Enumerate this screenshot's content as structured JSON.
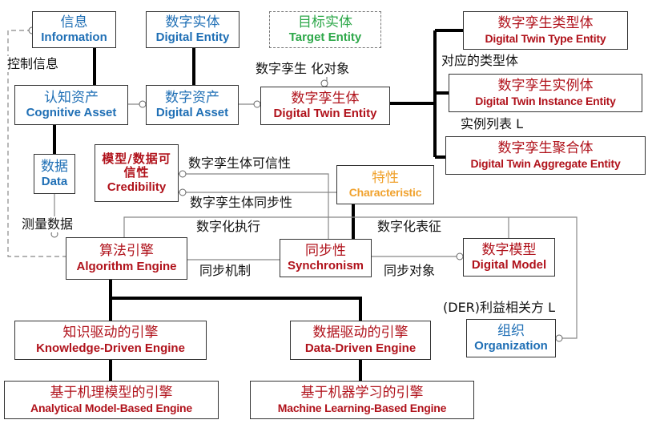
{
  "nodes": {
    "information": {
      "zh": "信息",
      "en": "Information",
      "color": "#1f6fb5"
    },
    "digital_entity": {
      "zh": "数字实体",
      "en": "Digital Entity",
      "color": "#1f6fb5"
    },
    "target_entity": {
      "zh": "目标实体",
      "en": "Target Entity",
      "color": "#2ea84a"
    },
    "cognitive_asset": {
      "zh": "认知资产",
      "en": "Cognitive Asset",
      "color": "#1f6fb5"
    },
    "digital_asset": {
      "zh": "数字资产",
      "en": "Digital Asset",
      "color": "#1f6fb5"
    },
    "digital_twin_entity": {
      "zh": "数字孪生体",
      "en": "Digital Twin Entity",
      "color": "#b0121b"
    },
    "dt_type_entity": {
      "zh": "数字孪生类型体",
      "en": "Digital Twin Type Entity",
      "color": "#b0121b"
    },
    "dt_instance_entity": {
      "zh": "数字孪生实例体",
      "en": "Digital Twin Instance Entity",
      "color": "#b0121b"
    },
    "dt_aggregate_entity": {
      "zh": "数字孪生聚合体",
      "en": "Digital Twin Aggregate Entity",
      "color": "#b0121b"
    },
    "data": {
      "zh": "数据",
      "en": "Data",
      "color": "#1f6fb5"
    },
    "credibility": {
      "zh": "模型/数据可信性",
      "en": "Credibility",
      "color": "#b0121b"
    },
    "characteristic": {
      "zh": "特性",
      "en": "Characteristic",
      "color": "#f0a22e"
    },
    "algorithm_engine": {
      "zh": "算法引擎",
      "en": "Algorithm Engine",
      "color": "#b0121b"
    },
    "synchronism": {
      "zh": "同步性",
      "en": "Synchronism",
      "color": "#b0121b"
    },
    "digital_model": {
      "zh": "数字模型",
      "en": "Digital Model",
      "color": "#b0121b"
    },
    "organization": {
      "zh": "组织",
      "en": "Organization",
      "color": "#1f6fb5"
    },
    "knowledge_driven": {
      "zh": "知识驱动的引擎",
      "en": "Knowledge-Driven Engine",
      "color": "#b0121b"
    },
    "data_driven": {
      "zh": "数据驱动的引擎",
      "en": "Data-Driven Engine",
      "color": "#b0121b"
    },
    "analytical_model": {
      "zh": "基于机理模型的引擎",
      "en": "Analytical Model-Based Engine",
      "color": "#b0121b"
    },
    "ml_based": {
      "zh": "基于机器学习的引擎",
      "en": "Machine Learning-Based Engine",
      "color": "#b0121b"
    }
  },
  "edge_labels": {
    "control_info": "控制信息",
    "dt_digitized_object": "数字孪生 化对象",
    "corresponding_type": "对应的类型体",
    "instance_list": "实例列表 L",
    "dt_credibility": "数字孪生体可信性",
    "dt_synchronism": "数字孪生体同步性",
    "measurement_data": "测量数据",
    "digital_execution": "数字化执行",
    "digital_representation": "数字化表征",
    "sync_mechanism": "同步机制",
    "sync_object": "同步对象",
    "der_stakeholder": "(DER)利益相关方 L"
  },
  "colors": {
    "blue": "#1f6fb5",
    "red": "#b0121b",
    "green": "#2ea84a",
    "orange": "#f0a22e",
    "line": "#000000",
    "thin_line": "#888888"
  }
}
